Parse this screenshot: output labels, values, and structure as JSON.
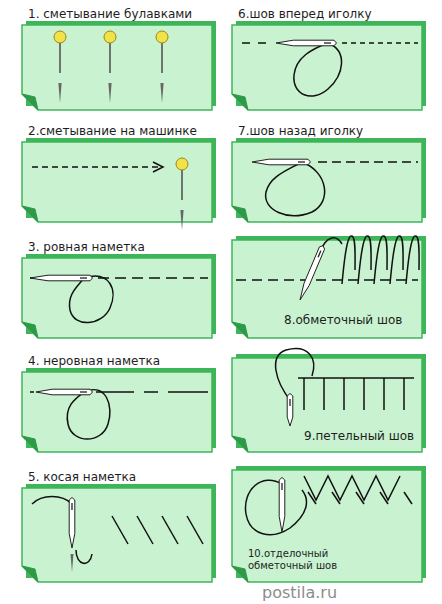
{
  "diagram": {
    "nodes": [
      {
        "text": [
          "1. сметывание булавками"
        ]
      },
      {
        "text": [
          "2.сметывание на машинке"
        ]
      },
      {
        "text": [
          "3. ровная наметка"
        ]
      },
      {
        "text": [
          "4. неровная наметка"
        ]
      },
      {
        "text": [
          "5. косая наметка"
        ]
      },
      {
        "text": [
          "6.шов вперед иголку"
        ]
      },
      {
        "text": [
          "7.шов назад иголку"
        ]
      },
      {
        "text": [
          "8.обметочный шов"
        ]
      },
      {
        "text": [
          "9.петельный шов"
        ]
      },
      {
        "text": [
          "10.отделочный обметочный шов"
        ]
      }
    ],
    "edges": [],
    "labels": [
      "postila.ru"
    ]
  }
}
